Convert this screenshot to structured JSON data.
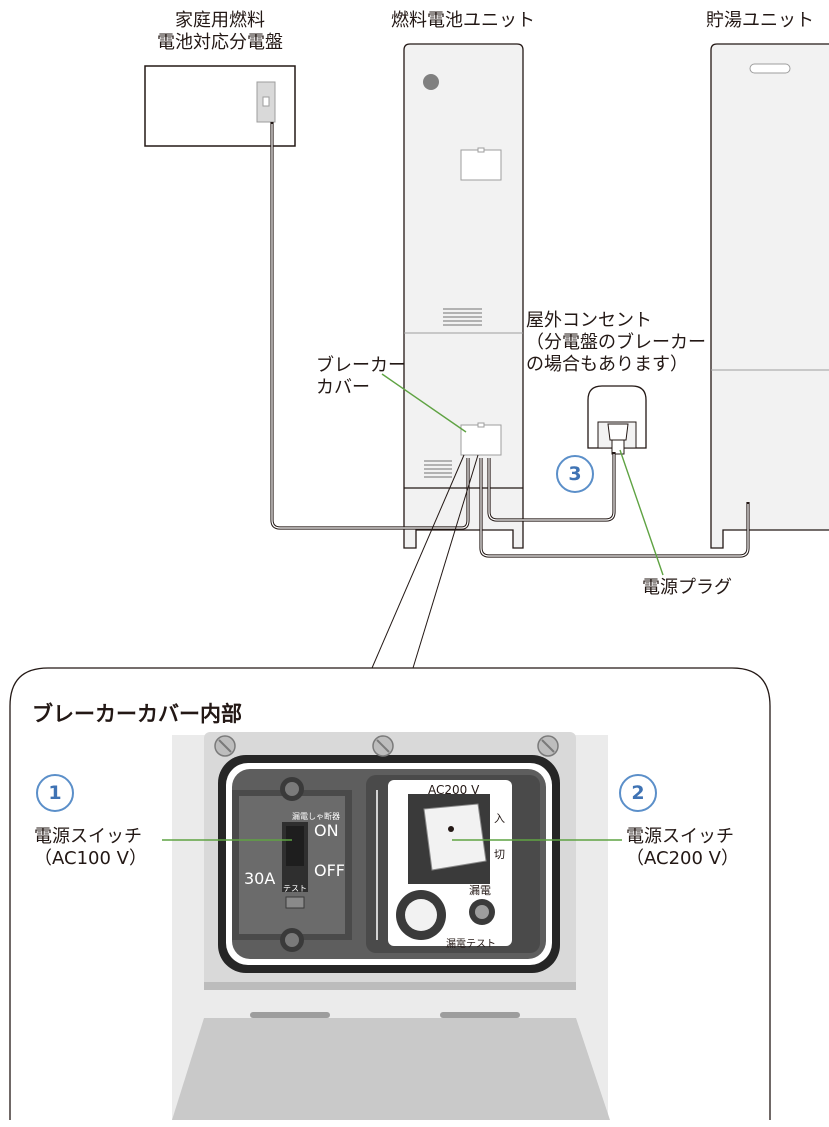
{
  "units": {
    "distribution_board": "家庭用燃料\n電池対応分電盤",
    "fuel_cell_unit": "燃料電池ユニット",
    "hot_water_unit": "貯湯ユニット"
  },
  "callouts": {
    "breaker_cover": "ブレーカー\nカバー",
    "outdoor_outlet": "屋外コンセント\n（分電盤のブレーカー\nの場合もあります）",
    "power_plug": "電源プラグ"
  },
  "detail": {
    "title": "ブレーカーカバー内部",
    "switch1_label": "電源スイッチ\n（AC100 V）",
    "switch2_label": "電源スイッチ\n（AC200 V）",
    "breaker_small_label": "漏電しゃ断器",
    "breaker_on": "ON",
    "breaker_off": "OFF",
    "breaker_amp": "30A",
    "breaker_test_small": "テスト",
    "ac200_label": "AC200 V",
    "ac200_on": "入",
    "ac200_off": "切",
    "leak_label": "漏電",
    "leak_test_label": "漏電テスト"
  },
  "markers": {
    "m1": "1",
    "m2": "2",
    "m3": "3"
  },
  "colors": {
    "leader_green": "#5fa343",
    "marker_blue": "#3f73b4",
    "line_dark": "#231815",
    "panel_gray": "#ebebeb",
    "breaker_dark": "#4a4a4a"
  }
}
